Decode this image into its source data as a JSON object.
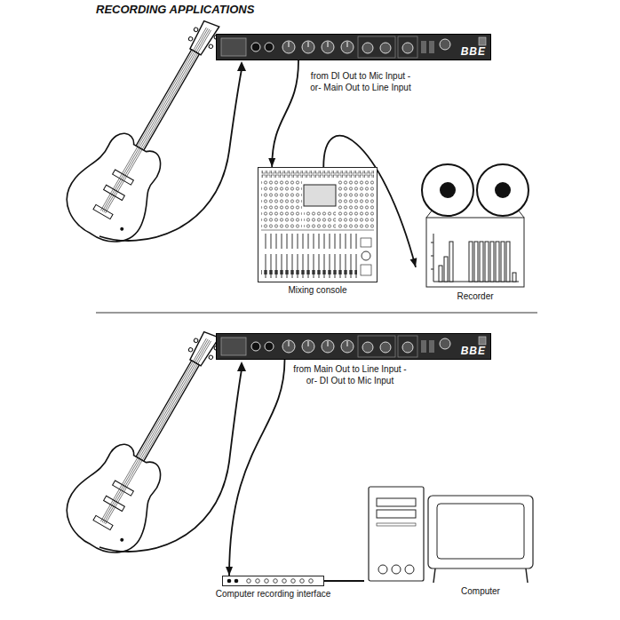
{
  "diagram": {
    "title": "RECORDING APPLICATIONS",
    "nodes": [
      {
        "text": [
          "BBE"
        ]
      },
      {
        "text": [
          "Mixing console"
        ]
      },
      {
        "text": [
          "Recorder"
        ]
      },
      {
        "text": [
          "BBE"
        ]
      },
      {
        "text": [
          "Computer recording interface"
        ]
      },
      {
        "text": [
          "Computer"
        ]
      }
    ],
    "edges": [
      {
        "from": 0,
        "to": 1,
        "arrow": "to",
        "label": "from DI Out to Mic Input -or- Main Out to Line Input"
      },
      {
        "from": 1,
        "to": 2,
        "arrow": "to"
      },
      {
        "from": 3,
        "to": 4,
        "arrow": "to",
        "label": "from Main Out to Line Input -or- DI Out to Mic Input"
      },
      {
        "from": 4,
        "to": 5,
        "arrow": "none"
      }
    ]
  }
}
